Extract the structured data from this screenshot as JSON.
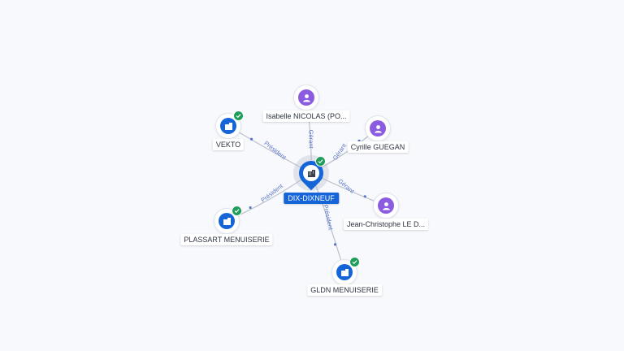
{
  "center": {
    "label": "DIX-DIXNEUF",
    "icon": "building-icon"
  },
  "nodes": [
    {
      "id": "vekto",
      "label": "VEKTO",
      "type": "company",
      "icon": "building-icon",
      "verified": true
    },
    {
      "id": "isabelle",
      "label": "Isabelle NICOLAS (PO...",
      "type": "person",
      "icon": "person-icon",
      "verified": false
    },
    {
      "id": "cyrille",
      "label": "Cyrille GUEGAN",
      "type": "person",
      "icon": "person-icon",
      "verified": false
    },
    {
      "id": "jean",
      "label": "Jean-Christophe LE D...",
      "type": "person",
      "icon": "person-icon",
      "verified": false
    },
    {
      "id": "plassart",
      "label": "PLASSART MENUISERIE",
      "type": "company",
      "icon": "building-icon",
      "verified": true
    },
    {
      "id": "gldn",
      "label": "GLDN MENUISERIE",
      "type": "company",
      "icon": "building-icon",
      "verified": true
    }
  ],
  "edges": [
    {
      "to": "vekto",
      "label": "Président"
    },
    {
      "to": "isabelle",
      "label": "Gérant"
    },
    {
      "to": "cyrille",
      "label": "Gérant"
    },
    {
      "to": "jean",
      "label": "Gérant"
    },
    {
      "to": "plassart",
      "label": "Président"
    },
    {
      "to": "gldn",
      "label": "Président"
    }
  ],
  "colors": {
    "company": "#1565d8",
    "person": "#8b5be0",
    "verified": "#1e9e5a",
    "edge_label": "#5b76c7"
  }
}
